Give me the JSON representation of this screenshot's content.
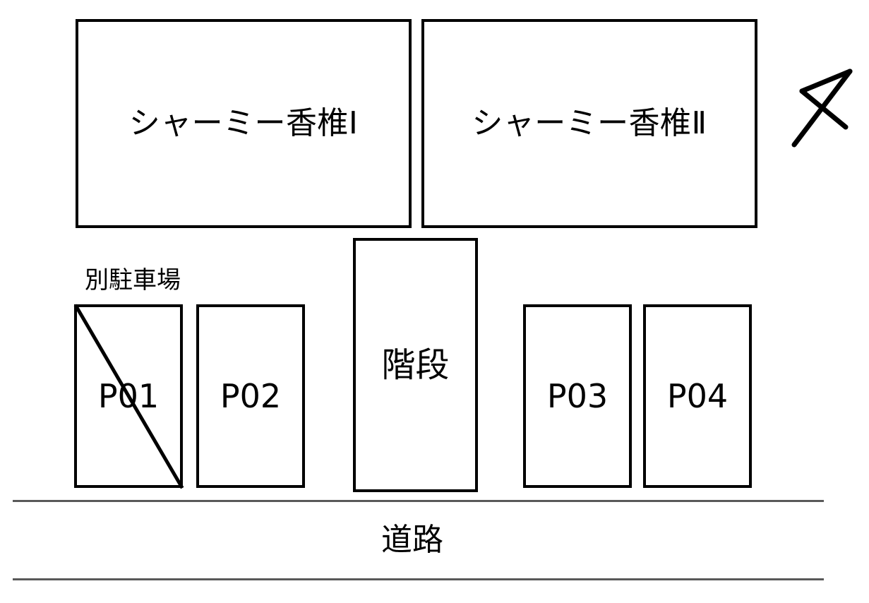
{
  "diagram": {
    "type": "site-plan",
    "buildings": [
      {
        "id": "building-1",
        "label": "シャーミー香椎Ⅰ"
      },
      {
        "id": "building-2",
        "label": "シャーミー香椎Ⅱ"
      }
    ],
    "stalls": [
      {
        "id": "stall-p01",
        "label": "P01",
        "struck_out": true
      },
      {
        "id": "stall-p02",
        "label": "P02",
        "struck_out": false
      },
      {
        "id": "stall-p03",
        "label": "P03",
        "struck_out": false
      },
      {
        "id": "stall-p04",
        "label": "P04",
        "struck_out": false
      }
    ],
    "stairs": {
      "id": "stairs-box",
      "label": "階段"
    },
    "annotations": {
      "free_parking": "別駐車場",
      "road": "道路"
    },
    "compass": {
      "icon": "north-arrow-icon",
      "direction": "northeast"
    },
    "colors": {
      "stroke": "#000000",
      "road_line": "#595959",
      "background": "#ffffff"
    }
  }
}
